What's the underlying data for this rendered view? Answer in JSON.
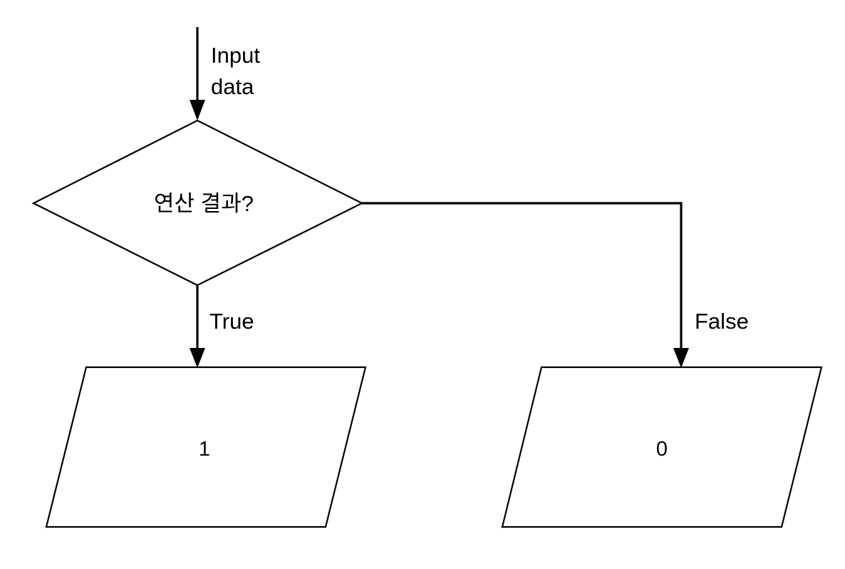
{
  "diagram": {
    "title": "Boolean operation result flowchart",
    "background_color": "#ffffff",
    "line_color": "#000000",
    "text_color": "#000000",
    "nodes": {
      "decision": {
        "shape": "diamond",
        "label": "연산 결과?"
      },
      "output_true": {
        "shape": "parallelogram",
        "label": "1"
      },
      "output_false": {
        "shape": "parallelogram",
        "label": "0"
      }
    },
    "edges": {
      "input": {
        "label_line1": "Input",
        "label_line2": "data"
      },
      "true_branch": {
        "label": "True"
      },
      "false_branch": {
        "label": "False"
      }
    }
  }
}
